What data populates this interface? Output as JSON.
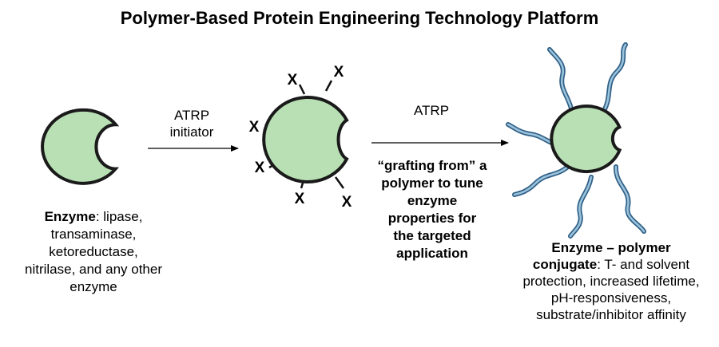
{
  "title": "Polymer-Based Protein Engineering Technology Platform",
  "colors": {
    "enzyme_fill": "#b9e0b4",
    "enzyme_stroke": "#1a1a1a",
    "polymer_light": "#9bc3dc",
    "polymer_dark": "#2f5f86"
  },
  "step1": {
    "arrow_label_line1": "ATRP",
    "arrow_label_line2": "initiator"
  },
  "step2": {
    "arrow_label": "ATRP",
    "description_lines": [
      "“grafting from” a",
      "polymer to tune",
      "enzyme",
      "properties for",
      "the targeted",
      "application"
    ]
  },
  "enzyme": {
    "name": "Enzyme",
    "desc_first": ": lipase,",
    "desc_lines": [
      "transaminase,",
      "ketoreductase,",
      "nitrilase, and any other",
      "enzyme"
    ]
  },
  "initiator_mark": "X",
  "conjugate": {
    "name_line1": "Enzyme – polymer",
    "name_line2": "conjugate",
    "desc_first": ": T- and solvent",
    "desc_lines": [
      "protection, increased lifetime,",
      "pH-responsiveness,",
      "substrate/inhibitor affinity"
    ]
  }
}
